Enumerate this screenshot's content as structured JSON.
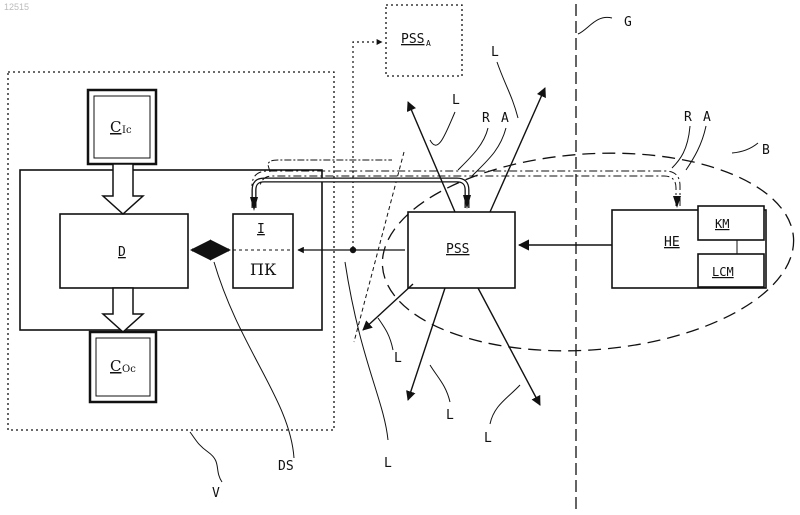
{
  "figure_number": "12515",
  "blocks": {
    "d": "D",
    "i": "I",
    "pk": "ПК",
    "pss": "PSS",
    "pssa_main": "PSS",
    "pssa_sub": "A",
    "he": "HE",
    "km": "KM",
    "lcm": "LCM",
    "cic_main": "C",
    "cic_sub": "Ic",
    "coc_main": "C",
    "coc_sub": "Oc"
  },
  "labels": {
    "g": "G",
    "b": "B",
    "v": "V",
    "ds": "DS",
    "r_left": "R",
    "a_left": "A",
    "r_right": "R",
    "a_right": "A",
    "l_top_left": "L",
    "l_top_right": "L",
    "l_mid_left": "L",
    "l_bottom_1": "L",
    "l_bottom_2": "L",
    "l_bottom_3": "L"
  }
}
